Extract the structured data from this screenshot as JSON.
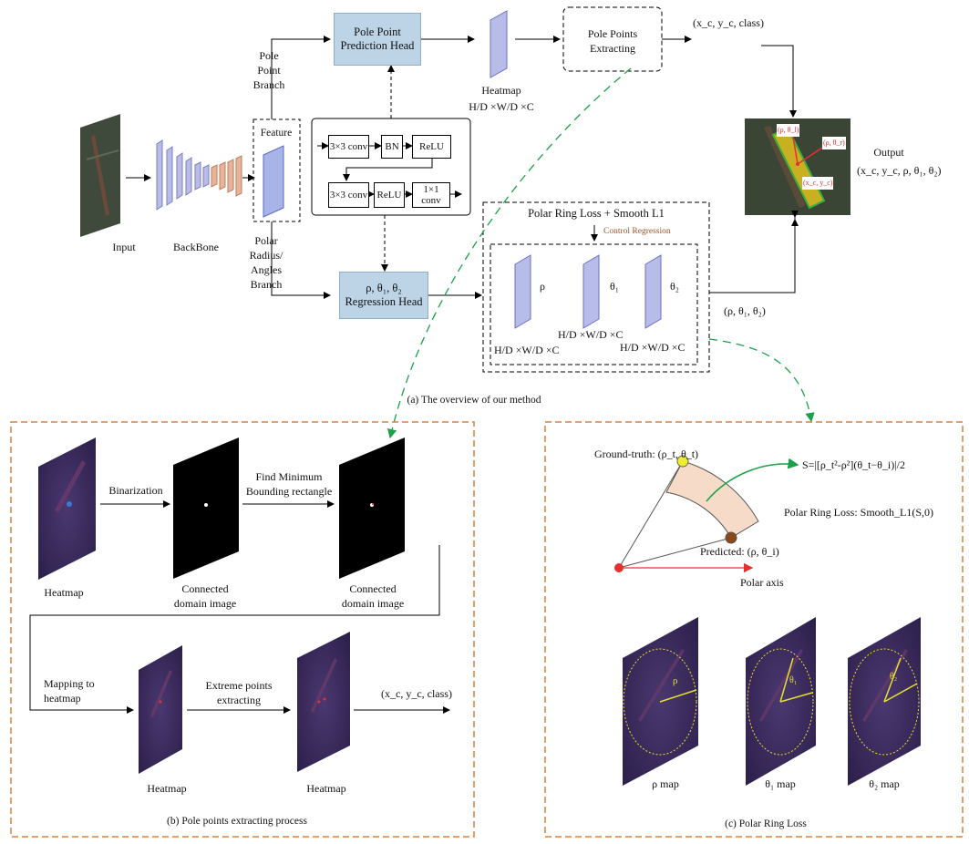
{
  "overview": {
    "input_label": "Input",
    "backbone_label": "BackBone",
    "feature_label": "Feature",
    "pole_branch_label": [
      "Pole",
      "Point",
      "Branch"
    ],
    "polar_branch_label": [
      "Polar",
      "Radius/",
      "Angles",
      "Branch"
    ],
    "pole_head_label": [
      "Pole Point",
      "Prediction Head"
    ],
    "regression_head_label": [
      "ρ, θ₁, θ₂",
      "Regression Head"
    ],
    "heatmap_label": "Heatmap",
    "heatmap_dims": "H/D ×W/D ×C",
    "pole_extract_label": [
      "Pole Points",
      "Extracting"
    ],
    "pole_output_tuple": "(x_c, y_c, class)",
    "output_label": "Output",
    "output_tuple": "(x_c, y_c, ρ, θ₁, θ₂)",
    "head_blocks": {
      "row1": [
        "3×3 conv",
        "BN",
        "ReLU"
      ],
      "row2": [
        "3×3 conv",
        "ReLU",
        "1×1 conv"
      ]
    },
    "loss_label": "Polar Ring Loss + Smooth L1",
    "control_label": "Control Regression",
    "maps": [
      "ρ",
      "θ₁",
      "θ₂"
    ],
    "map_dims": [
      "H/D ×W/D ×C",
      "H/D ×W/D ×C",
      "H/D ×W/D ×C"
    ],
    "regression_tuple": "(ρ, θ₁, θ₂)",
    "annotation_labels": [
      "(ρ, θ_l)",
      "(ρ, θ_r)",
      "(x_c, y_c)"
    ],
    "caption": "(a)  The overview of our method"
  },
  "pole_process": {
    "heatmap_label": "Heatmap",
    "binarization_label": "Binarization",
    "connected_label": [
      "Connected",
      "domain image"
    ],
    "find_rect_label": [
      "Find Minimum",
      "Bounding rectangle"
    ],
    "mapping_label": [
      "Mapping to",
      "heatmap"
    ],
    "extreme_label": [
      "Extreme points",
      "extracting"
    ],
    "output_tuple": "(x_c, y_c, class)",
    "caption": "(b)  Pole points extracting process"
  },
  "polar_ring": {
    "ground_truth_label": "Ground-truth: (ρ_t, θ_t)",
    "predicted_label": "Predicted: (ρ, θ_i)",
    "polar_axis_label": "Polar axis",
    "formula": "S=|[ρ_t²-ρ²](θ_t−θ_i)|/2",
    "loss_formula": "Polar Ring Loss: Smooth_L1(S,0)",
    "map_labels": [
      "ρ map",
      "θ₁  map",
      "θ₂  map"
    ],
    "map_symbols": [
      "ρ",
      "θ₁",
      "θ₂"
    ],
    "caption": "(c)  Polar Ring Loss"
  },
  "colors": {
    "head_fill": "#bcd4e6",
    "feature_fill": "#a8b4e8",
    "backbone_down": "#b9bce8",
    "backbone_up": "#e9b39a",
    "heatmap_bg": "#3b2a5c",
    "dashed_orange": "#d9823b",
    "green_dash": "#1ca04a",
    "polar_axis": "#e53030",
    "ring_fill": "#f6dcc8",
    "control_text": "#a0522d"
  }
}
